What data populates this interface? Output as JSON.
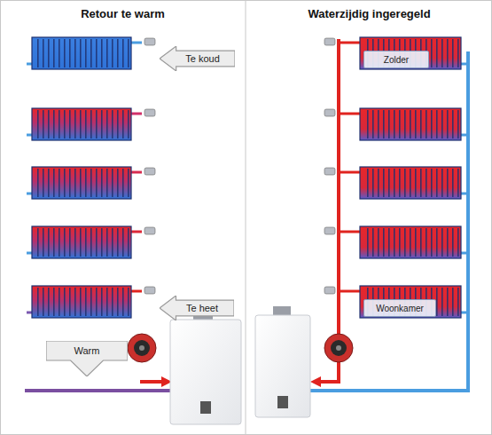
{
  "diagram": {
    "nodes": [
      {
        "text": [
          "Retour te warm"
        ]
      },
      {
        "text": [
          "Te koud"
        ],
        "in": 0
      },
      {
        "text": [
          "Te heet"
        ],
        "in": 0
      },
      {
        "text": [
          "Warm"
        ],
        "in": 0
      },
      {
        "text": [
          "Waterzijdig ingeregeld"
        ]
      },
      {
        "text": [
          "Zolder"
        ],
        "in": 4
      },
      {
        "text": [
          "Woonkamer"
        ],
        "in": 4
      }
    ]
  }
}
